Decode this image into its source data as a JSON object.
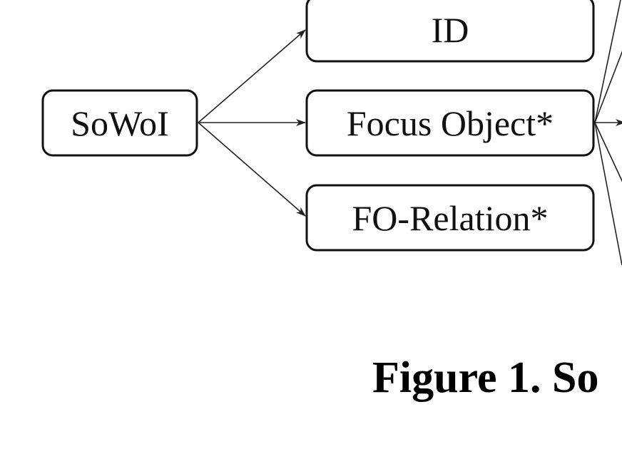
{
  "diagram": {
    "nodes": {
      "root": "SoWoI",
      "id": "ID",
      "focus_object": "Focus Object*",
      "fo_relation": "FO-Relation*"
    },
    "caption": "Figure 1. So"
  }
}
